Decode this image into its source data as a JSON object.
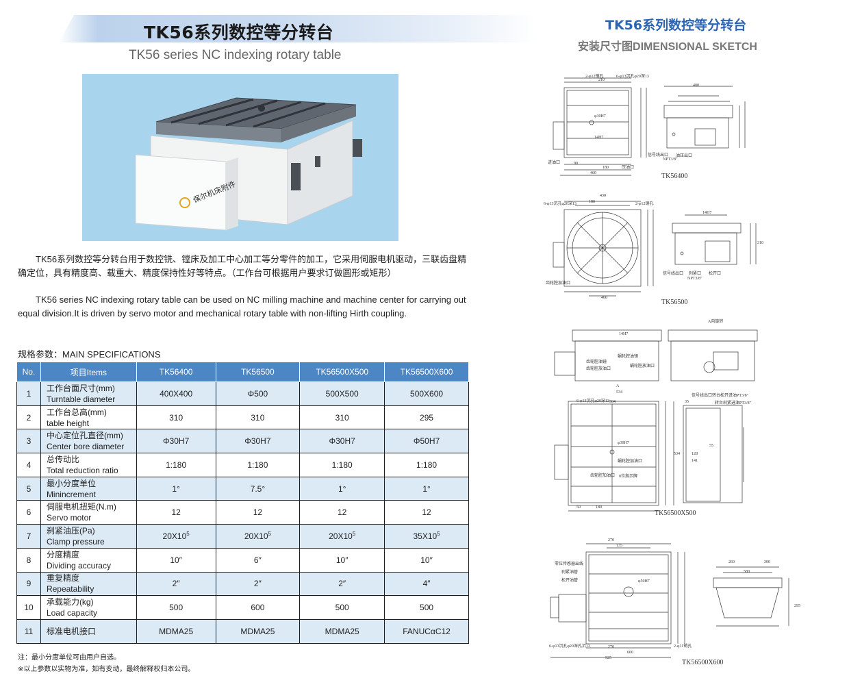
{
  "header": {
    "cn_title": "TK56系列数控等分转台",
    "en_title": "TK56 series NC indexing rotary table"
  },
  "photo": {
    "watermark": "保尔机床附件"
  },
  "description": {
    "cn": "TK56系列数控等分转台用于数控铣、镗床及加工中心加工等分零件的加工，它采用伺服电机驱动，三联齿盘精确定位，具有精度高、载重大、精度保持性好等特点。（工作台可根据用户要求订做圆形或矩形）",
    "en": "TK56 series NC indexing rotary table can be used on NC milling machine and machine center for carrying out equal division.It is driven by servo motor and mechanical rotary table with non-lifting Hirth coupling."
  },
  "specs": {
    "heading": "规格参数：MAIN SPECIFICATIONS",
    "columns": [
      "No.",
      "项目Items",
      "TK56400",
      "TK56500",
      "TK56500X500",
      "TK56500X600"
    ],
    "rows": [
      {
        "no": "1",
        "cn": "工作台面尺寸(mm)",
        "en": "Turntable diameter",
        "v": [
          "400X400",
          "Φ500",
          "500X500",
          "500X600"
        ]
      },
      {
        "no": "2",
        "cn": "工作台总高(mm)",
        "en": "table height",
        "v": [
          "310",
          "310",
          "310",
          "295"
        ]
      },
      {
        "no": "3",
        "cn": "中心定位孔直径(mm)",
        "en": "Center bore diameter",
        "v": [
          "Φ30H7",
          "Φ30H7",
          "Φ30H7",
          "Φ50H7"
        ]
      },
      {
        "no": "4",
        "cn": "总传动比",
        "en": "Total reduction ratio",
        "v": [
          "1:180",
          "1:180",
          "1:180",
          "1:180"
        ]
      },
      {
        "no": "5",
        "cn": "最小分度单位",
        "en": "Minincrement",
        "v": [
          "1°",
          "7.5°",
          "1°",
          "1°"
        ]
      },
      {
        "no": "6",
        "cn": "伺服电机扭矩(N.m)",
        "en": "Servo motor",
        "v": [
          "12",
          "12",
          "12",
          "12"
        ]
      },
      {
        "no": "7",
        "cn": "刹紧油压(Pa)",
        "en": "Clamp pressure",
        "v": [
          "20X10",
          "20X10",
          "20X10",
          "35X10"
        ],
        "sup": "5"
      },
      {
        "no": "8",
        "cn": "分度精度",
        "en": "Dividing accuracy",
        "v": [
          "10″",
          "6″",
          "10″",
          "10″"
        ]
      },
      {
        "no": "9",
        "cn": "重复精度",
        "en": "Repeatability",
        "v": [
          "2″",
          "2″",
          "2″",
          "4″"
        ]
      },
      {
        "no": "10",
        "cn": "承载能力(kg)",
        "en": "Load capacity",
        "v": [
          "500",
          "600",
          "500",
          "500"
        ]
      },
      {
        "no": "11",
        "cn": "标准电机接口",
        "en": "",
        "v": [
          "MDMA25",
          "MDMA25",
          "MDMA25",
          "FANUCαC12"
        ]
      }
    ]
  },
  "notes": [
    "注：最小分度单位可由用户自选。",
    "※以上参数以实物为准，如有变动，最终解释权归本公司。"
  ],
  "sketch": {
    "title": "TK56系列数控等分转台",
    "subtitle_cn": "安装尺寸图",
    "subtitle_en": "DIMENSIONAL SKETCH",
    "models": [
      "TK56400",
      "TK56500",
      "TK56500X500",
      "TK56500X600"
    ],
    "annotations": {
      "tk56400": [
        "2-φ12销孔",
        "6-φ13沉孔φ20深13",
        "φ30H7",
        "信号线出口",
        "进油口",
        "NPT3/8″",
        "油压出口",
        "压油口",
        "14H7",
        "210",
        "90",
        "180",
        "460",
        "400"
      ],
      "tk56500": [
        "6-φ13沉孔φ20深13",
        "2-φ12销孔",
        "430",
        "180",
        "信号线出口",
        "刹紧口",
        "松开口",
        "NPT3/8″",
        "齿轮腔加油口",
        "14H7",
        "460",
        "310"
      ],
      "tk56500x500": [
        "A向旋转",
        "14H7",
        "齿轮腔油镜",
        "蜗轮腔油镜",
        "齿轮腔放油口",
        "蜗轮腔放油口",
        "A",
        "534",
        "6-φ13沉孔φ20深13",
        "504",
        "信号线出口",
        "转台松开进油PT3/8″",
        "转台刹紧进油PT3/8″",
        "φ30H7",
        "蜗轮腔加油口",
        "齿轮腔加油口",
        "0位指示牌",
        "35",
        "128",
        "141",
        "55",
        "50",
        "180",
        "534"
      ],
      "tk56500x600": [
        "270",
        "135",
        "零位传感器出线",
        "刹紧油管",
        "松开油管",
        "φ50H7",
        "6-φ13沉孔φ20深孔沉13",
        "2-φ11销孔",
        "270",
        "600",
        "925",
        "260",
        "300",
        "580",
        "295"
      ]
    }
  }
}
